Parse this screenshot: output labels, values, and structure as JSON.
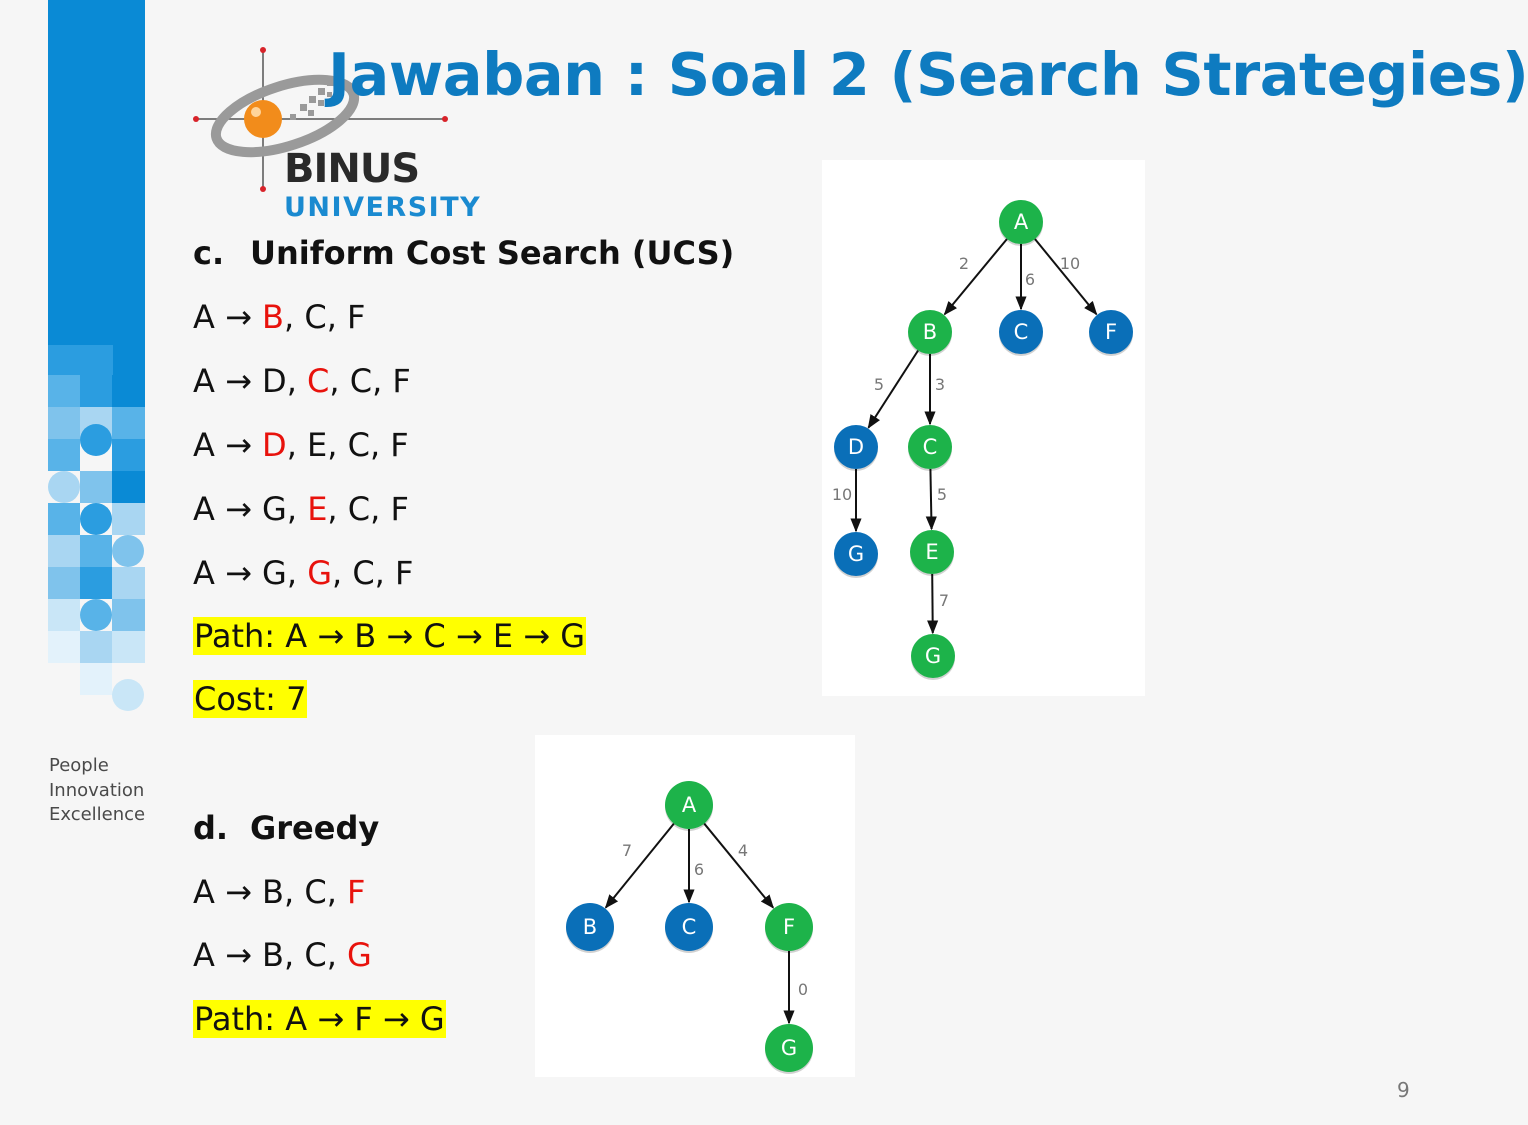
{
  "slide": {
    "title": "Jawaban : Soal 2 (Search Strategies)",
    "page_number": "9",
    "tagline": [
      "People",
      "Innovation",
      "Excellence"
    ],
    "logo": {
      "word1": "BINUS",
      "word2": "UNIVERSITY"
    }
  },
  "ucs": {
    "heading_letter": "c.",
    "heading_text": "Uniform Cost Search (UCS)",
    "steps": [
      {
        "prefix": "A → ",
        "highlight": "B",
        "rest": ", C, F"
      },
      {
        "prefix": "A → D, ",
        "highlight": "C",
        "rest": ", C, F"
      },
      {
        "prefix": "A → ",
        "highlight": "D",
        "rest": ", E, C, F"
      },
      {
        "prefix": "A → G, ",
        "highlight": "E",
        "rest": ", C, F"
      },
      {
        "prefix": "A → G, ",
        "highlight": "G",
        "rest": ", C, F"
      }
    ],
    "path": "Path: A → B → C → E → G",
    "cost": "Cost: 7"
  },
  "greedy": {
    "heading_letter": "d.",
    "heading_text": "Greedy",
    "steps": [
      {
        "prefix": "A → B, C, ",
        "highlight": "F",
        "rest": ""
      },
      {
        "prefix": "A → B, C, ",
        "highlight": "G",
        "rest": ""
      }
    ],
    "path": "Path: A → F → G"
  },
  "colors": {
    "title": "#0e7bc0",
    "highlight_text": "#e8120c",
    "highlight_bg": "#ffff00",
    "node_green": "#1db34a",
    "node_blue": "#0a6fb8",
    "band": "#0a8ad5"
  },
  "trees": {
    "ucs": {
      "nodes": [
        {
          "id": "a",
          "label": "A",
          "color": "green"
        },
        {
          "id": "b",
          "label": "B",
          "color": "green"
        },
        {
          "id": "c1",
          "label": "C",
          "color": "blue"
        },
        {
          "id": "f",
          "label": "F",
          "color": "blue"
        },
        {
          "id": "d",
          "label": "D",
          "color": "blue"
        },
        {
          "id": "c2",
          "label": "C",
          "color": "green"
        },
        {
          "id": "g1",
          "label": "G",
          "color": "blue"
        },
        {
          "id": "e",
          "label": "E",
          "color": "green"
        },
        {
          "id": "g2",
          "label": "G",
          "color": "green"
        }
      ],
      "edges": [
        {
          "from": "a",
          "to": "b",
          "weight": "2"
        },
        {
          "from": "a",
          "to": "c1",
          "weight": "6"
        },
        {
          "from": "a",
          "to": "f",
          "weight": "10"
        },
        {
          "from": "b",
          "to": "d",
          "weight": "5"
        },
        {
          "from": "b",
          "to": "c2",
          "weight": "3"
        },
        {
          "from": "d",
          "to": "g1",
          "weight": "10"
        },
        {
          "from": "c2",
          "to": "e",
          "weight": "5"
        },
        {
          "from": "e",
          "to": "g2",
          "weight": "7"
        }
      ]
    },
    "greedy": {
      "nodes": [
        {
          "id": "a",
          "label": "A",
          "color": "green"
        },
        {
          "id": "b",
          "label": "B",
          "color": "blue"
        },
        {
          "id": "c",
          "label": "C",
          "color": "blue"
        },
        {
          "id": "f",
          "label": "F",
          "color": "green"
        },
        {
          "id": "g",
          "label": "G",
          "color": "green"
        }
      ],
      "edges": [
        {
          "from": "a",
          "to": "b",
          "weight": "7"
        },
        {
          "from": "a",
          "to": "c",
          "weight": "6"
        },
        {
          "from": "a",
          "to": "f",
          "weight": "4"
        },
        {
          "from": "f",
          "to": "g",
          "weight": "0"
        }
      ]
    }
  }
}
